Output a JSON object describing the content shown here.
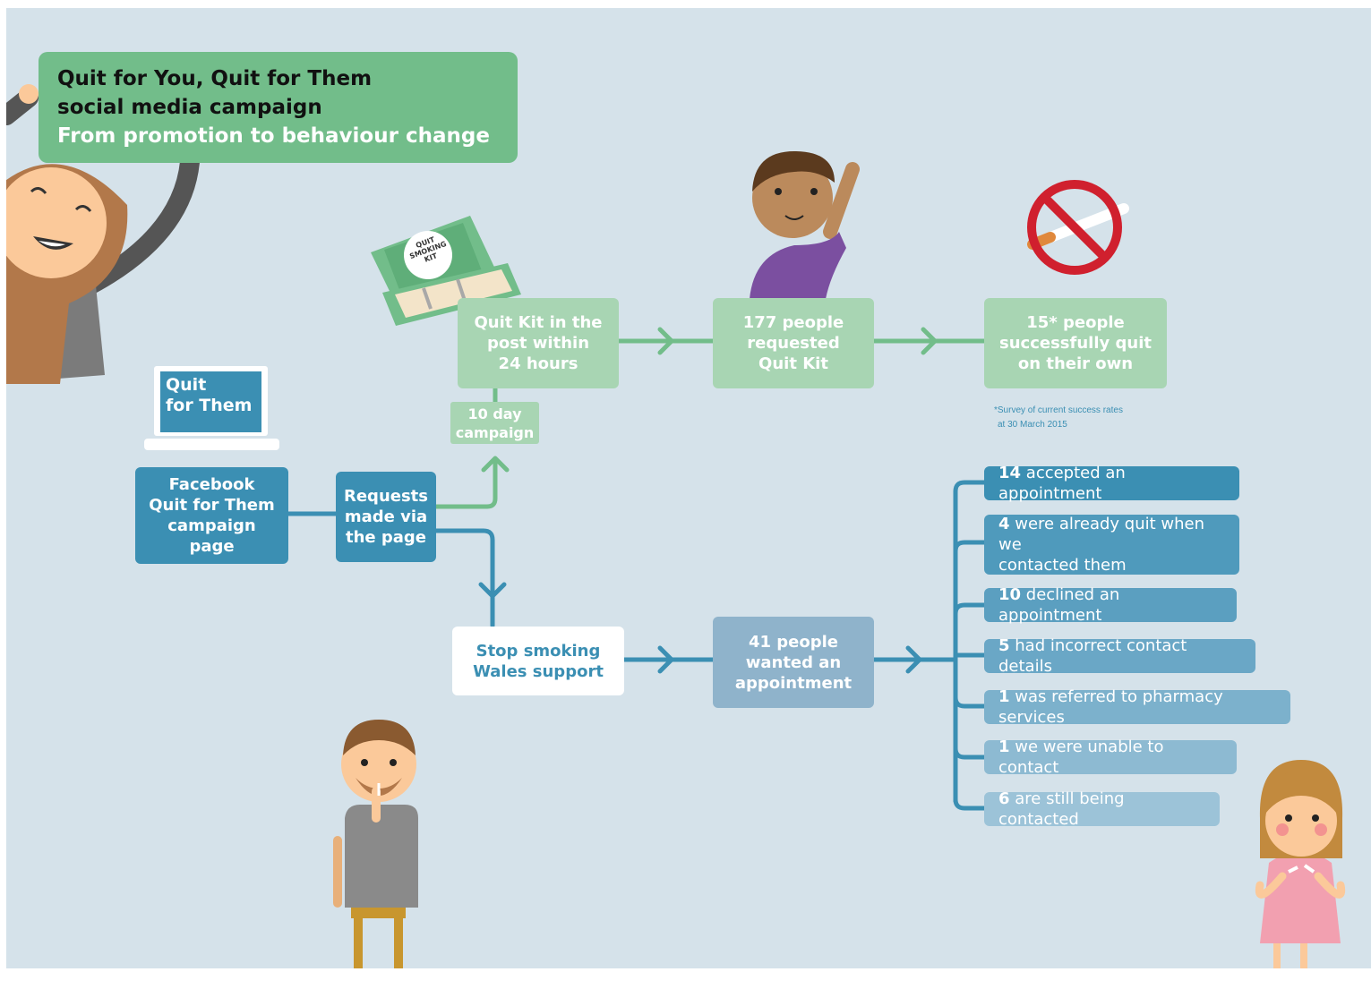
{
  "title": {
    "line1": "Quit for You, Quit for Them",
    "line2": "social media campaign",
    "line3": "From promotion to behaviour change"
  },
  "laptop": {
    "line1": "Quit",
    "line2": "for Them"
  },
  "kit_label": {
    "line1": "QUIT",
    "line2": "SMOKING",
    "line3": "KIT"
  },
  "nodes": {
    "facebook": {
      "l1": "Facebook",
      "l2": "Quit for Them",
      "l3": "campaign",
      "l4": "page"
    },
    "requests": {
      "l1": "Requests",
      "l2": "made via",
      "l3": "the page"
    },
    "campaign": {
      "l1": "10 day",
      "l2": "campaign"
    },
    "quit_kit": {
      "l1": "Quit Kit in the",
      "l2": "post within",
      "l3": "24 hours"
    },
    "requested": {
      "num": "177",
      "l1": " people",
      "l2": "requested",
      "l3": "Quit Kit"
    },
    "success": {
      "num": "15*",
      "l1": " people",
      "l2": "successfully quit",
      "l3": "on their own"
    },
    "stop_smoking": {
      "l1": "Stop smoking",
      "l2": "Wales support"
    },
    "appointment": {
      "num": "41",
      "l1": " people",
      "l2": "wanted an",
      "l3": "appointment"
    }
  },
  "footnote": {
    "l1": "*Survey of current success rates",
    "l2": "at 30 March 2015"
  },
  "outcomes": [
    {
      "num": "14",
      "text": " accepted an appointment"
    },
    {
      "num": "4",
      "text": " were already quit when we",
      "text2": "contacted them"
    },
    {
      "num": "10",
      "text": " declined an appointment"
    },
    {
      "num": "5",
      "text": " had incorrect contact details"
    },
    {
      "num": "1",
      "text": " was referred to pharmacy services"
    },
    {
      "num": "1",
      "text": " we were unable to contact"
    },
    {
      "num": "6",
      "text": " are still being contacted"
    }
  ],
  "colors": {
    "background": "#d5e2ea",
    "green": "#a8d5b3",
    "title_green": "#72bd8a",
    "blue": "#3b8fb3",
    "pale_blue": "#8fb3cb",
    "connector_green": "#72bd8a",
    "connector_blue": "#3b8fb3",
    "no_smoking_red": "#d0202e"
  }
}
